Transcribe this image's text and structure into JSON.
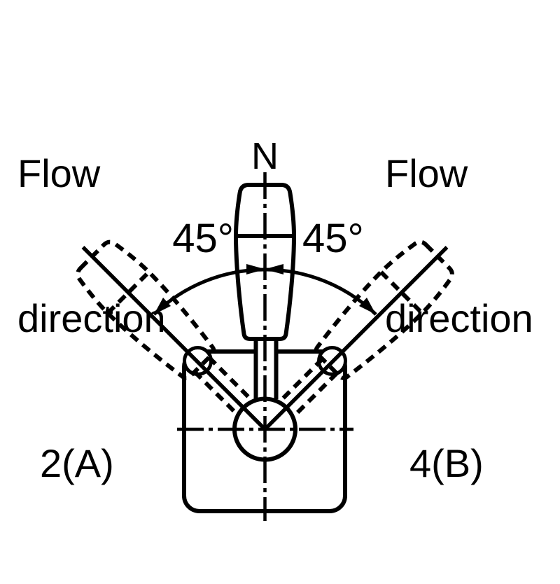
{
  "diagram": {
    "type": "lever-control-flow-direction-diagram",
    "labels": {
      "flow_left": {
        "line1": "Flow",
        "line2": "direction",
        "line3": "2(A)"
      },
      "flow_right": {
        "line1": "Flow",
        "line2": "direction",
        "line3": "4(B)"
      },
      "neutral": "N",
      "angle_left": "45°",
      "angle_right": "45°"
    },
    "geometry_notes": {
      "lever_positions": [
        "N (neutral, vertical)",
        "45° left → flow direction 2(A)",
        "45° right → flow direction 4(B)"
      ],
      "tilt_angle_deg": 45
    },
    "colors": {
      "line": "#000000",
      "background": "#ffffff"
    }
  }
}
